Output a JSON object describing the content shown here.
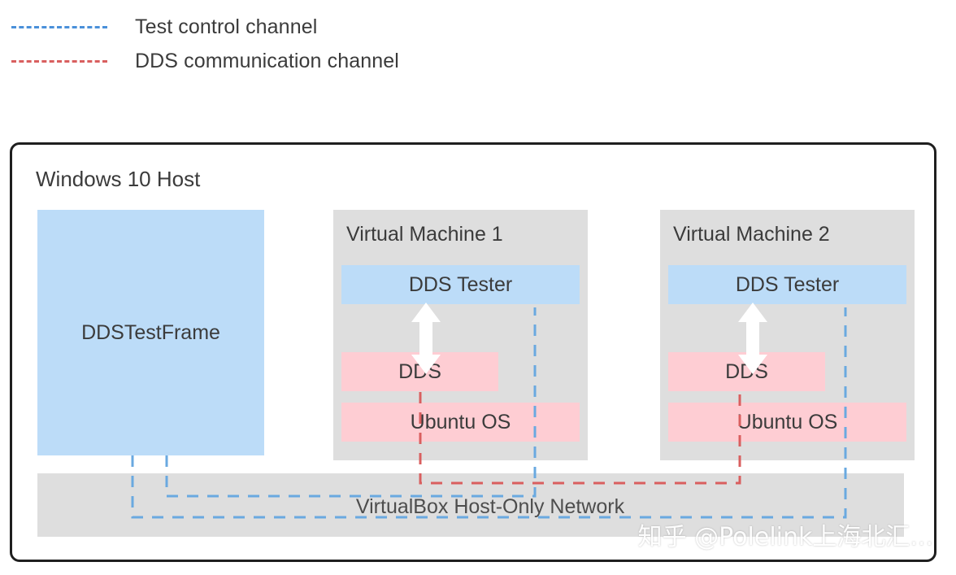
{
  "legend": {
    "items": [
      {
        "label": "Test control channel",
        "color": "#4a90d9",
        "style": "dashed",
        "icon": "dashed-line-icon"
      },
      {
        "label": "DDS communication channel",
        "color": "#d95f5f",
        "style": "dashed",
        "icon": "dashed-line-icon"
      }
    ]
  },
  "host": {
    "title": "Windows 10 Host",
    "border_color": "#1f1f1f"
  },
  "test_frame": {
    "label": "DDSTestFrame",
    "color": "#bcdcf8"
  },
  "vms": [
    {
      "title": "Virtual Machine 1",
      "background": "#dedede",
      "layers": [
        {
          "label": "DDS Tester",
          "color": "#bcdcf8"
        },
        {
          "label": "DDS",
          "color": "#fecdd3"
        },
        {
          "label": "Ubuntu OS",
          "color": "#fecdd3"
        }
      ],
      "arrow": "double-headed-vertical-arrow-icon"
    },
    {
      "title": "Virtual Machine 2",
      "background": "#dedede",
      "layers": [
        {
          "label": "DDS Tester",
          "color": "#bcdcf8"
        },
        {
          "label": "DDS",
          "color": "#fecdd3"
        },
        {
          "label": "Ubuntu OS",
          "color": "#fecdd3"
        }
      ],
      "arrow": "double-headed-vertical-arrow-icon"
    }
  ],
  "network": {
    "label": "VirtualBox Host-Only Network",
    "color": "#dedede"
  },
  "watermark": {
    "text": "知乎 @Polelink上海北汇..."
  }
}
